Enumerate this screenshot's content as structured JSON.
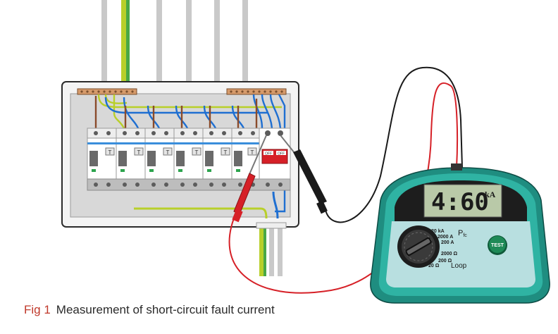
{
  "caption": {
    "figure_label": "Fig 1",
    "text": "Measurement of short-circuit fault current"
  },
  "meter": {
    "display_value": "4:60",
    "display_unit": "kA",
    "test_button_label": "TEST",
    "dial_scale_label": "P",
    "dial_scale_sub": "fc",
    "loop_label": "Loop",
    "ranges": [
      "20 kA",
      "2000 A",
      "200 A",
      "2000 Ω",
      "200 Ω",
      "20 Ω"
    ]
  },
  "panel": {
    "mcb_label": "T",
    "switch_label": "OFF"
  },
  "colors": {
    "case_teal": "#2fb3a3",
    "probe_red": "#d62027",
    "probe_black": "#1a1a1a",
    "neutral_blue": "#1f6fd1",
    "earth_yellow_green": "#b8cf2a",
    "live_brown": "#8a4b2b",
    "caption_red": "#c0392b"
  }
}
